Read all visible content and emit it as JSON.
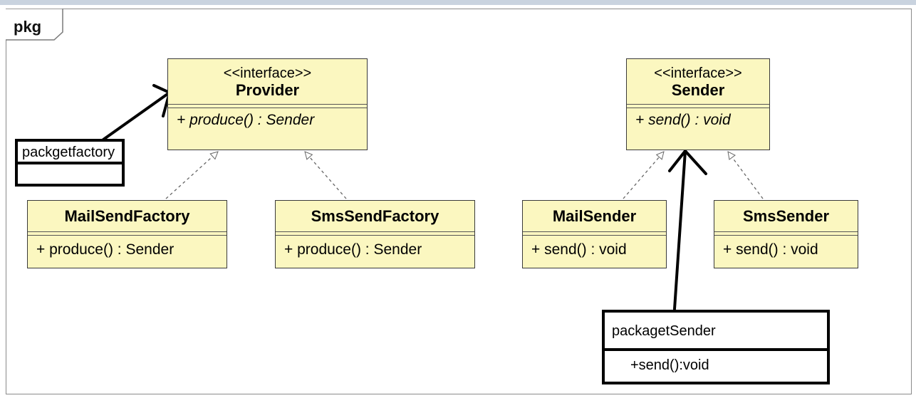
{
  "package_label": "pkg",
  "interfaces": {
    "provider": {
      "stereotype": "<<interface>>",
      "name": "Provider",
      "operation": "+ produce() : Sender"
    },
    "sender": {
      "stereotype": "<<interface>>",
      "name": "Sender",
      "operation": "+ send() : void"
    }
  },
  "classes": {
    "mail_send_factory": {
      "name": "MailSendFactory",
      "operation": "+ produce() : Sender"
    },
    "sms_send_factory": {
      "name": "SmsSendFactory",
      "operation": "+ produce() : Sender"
    },
    "mail_sender": {
      "name": "MailSender",
      "operation": "+ send() : void"
    },
    "sms_sender": {
      "name": "SmsSender",
      "operation": "+ send() : void"
    }
  },
  "annotations": {
    "factory_package": {
      "title": "packgetfactory"
    },
    "sender_package": {
      "title": "packagetSender",
      "operation": "+send():void"
    }
  },
  "colors": {
    "class_fill": "#fbf7c0",
    "ink": "#000000",
    "dashed": "#666666"
  }
}
